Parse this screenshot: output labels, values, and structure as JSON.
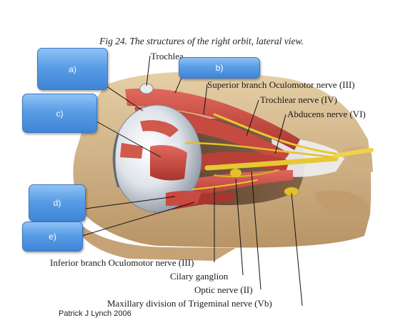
{
  "figure": {
    "title": "Fig 24. The structures of the right orbit, lateral view.",
    "credit": "Patrick J Lynch 2006",
    "labels": {
      "trochlea": "Trochlea",
      "superior_oculomotor": "Superior branch Oculomotor nerve (III)",
      "trochlear": "Trochlear nerve (IV)",
      "abducens": "Abducens nerve (VI)",
      "inferior_oculomotor": "Inferior branch Oculomotor nerve (III)",
      "ciliary": "Cilary ganglion",
      "optic": "Optic nerve (II)",
      "maxillary": "Maxillary division of Trigeminal nerve (Vb)"
    }
  },
  "answer_boxes": {
    "a": "a)",
    "b": "b)",
    "c": "c)",
    "d": "d)",
    "e": "e)"
  },
  "colors": {
    "box_fill": "#5a9de6",
    "muscle": "#c94a3f",
    "nerve": "#e8c832",
    "bone": "#d9bf96",
    "eyeball": "#e4e7ec"
  }
}
